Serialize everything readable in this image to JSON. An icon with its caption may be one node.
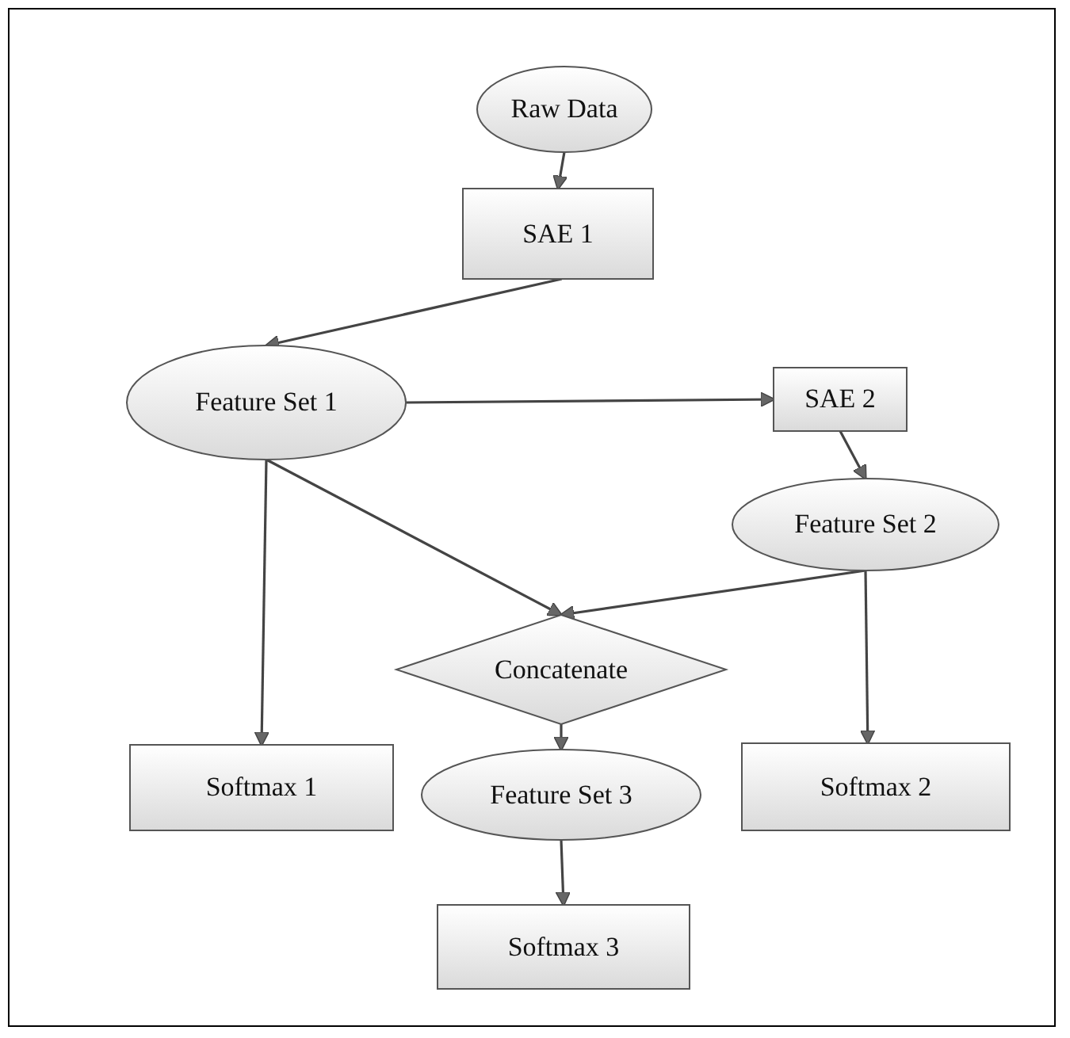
{
  "diagram": {
    "nodes": [
      {
        "text": [
          "Raw Data"
        ]
      },
      {
        "text": [
          "SAE 1"
        ]
      },
      {
        "text": [
          "Feature Set 1"
        ]
      },
      {
        "text": [
          "SAE 2"
        ]
      },
      {
        "text": [
          "Feature Set 2"
        ]
      },
      {
        "text": [
          "Concatenate"
        ]
      },
      {
        "text": [
          "Softmax 1"
        ]
      },
      {
        "text": [
          "Softmax 2"
        ]
      },
      {
        "text": [
          "Feature Set 3"
        ]
      },
      {
        "text": [
          "Softmax 3"
        ]
      }
    ],
    "edges": [
      {
        "from": 0,
        "to": 1,
        "arrow": "to"
      },
      {
        "from": 1,
        "to": 2,
        "arrow": "to"
      },
      {
        "from": 2,
        "to": 3,
        "arrow": "to"
      },
      {
        "from": 3,
        "to": 4,
        "arrow": "to"
      },
      {
        "from": 2,
        "to": 5,
        "arrow": "to"
      },
      {
        "from": 4,
        "to": 5,
        "arrow": "to"
      },
      {
        "from": 2,
        "to": 6,
        "arrow": "to"
      },
      {
        "from": 4,
        "to": 7,
        "arrow": "to"
      },
      {
        "from": 5,
        "to": 8,
        "arrow": "to"
      },
      {
        "from": 8,
        "to": 9,
        "arrow": "to"
      }
    ]
  }
}
